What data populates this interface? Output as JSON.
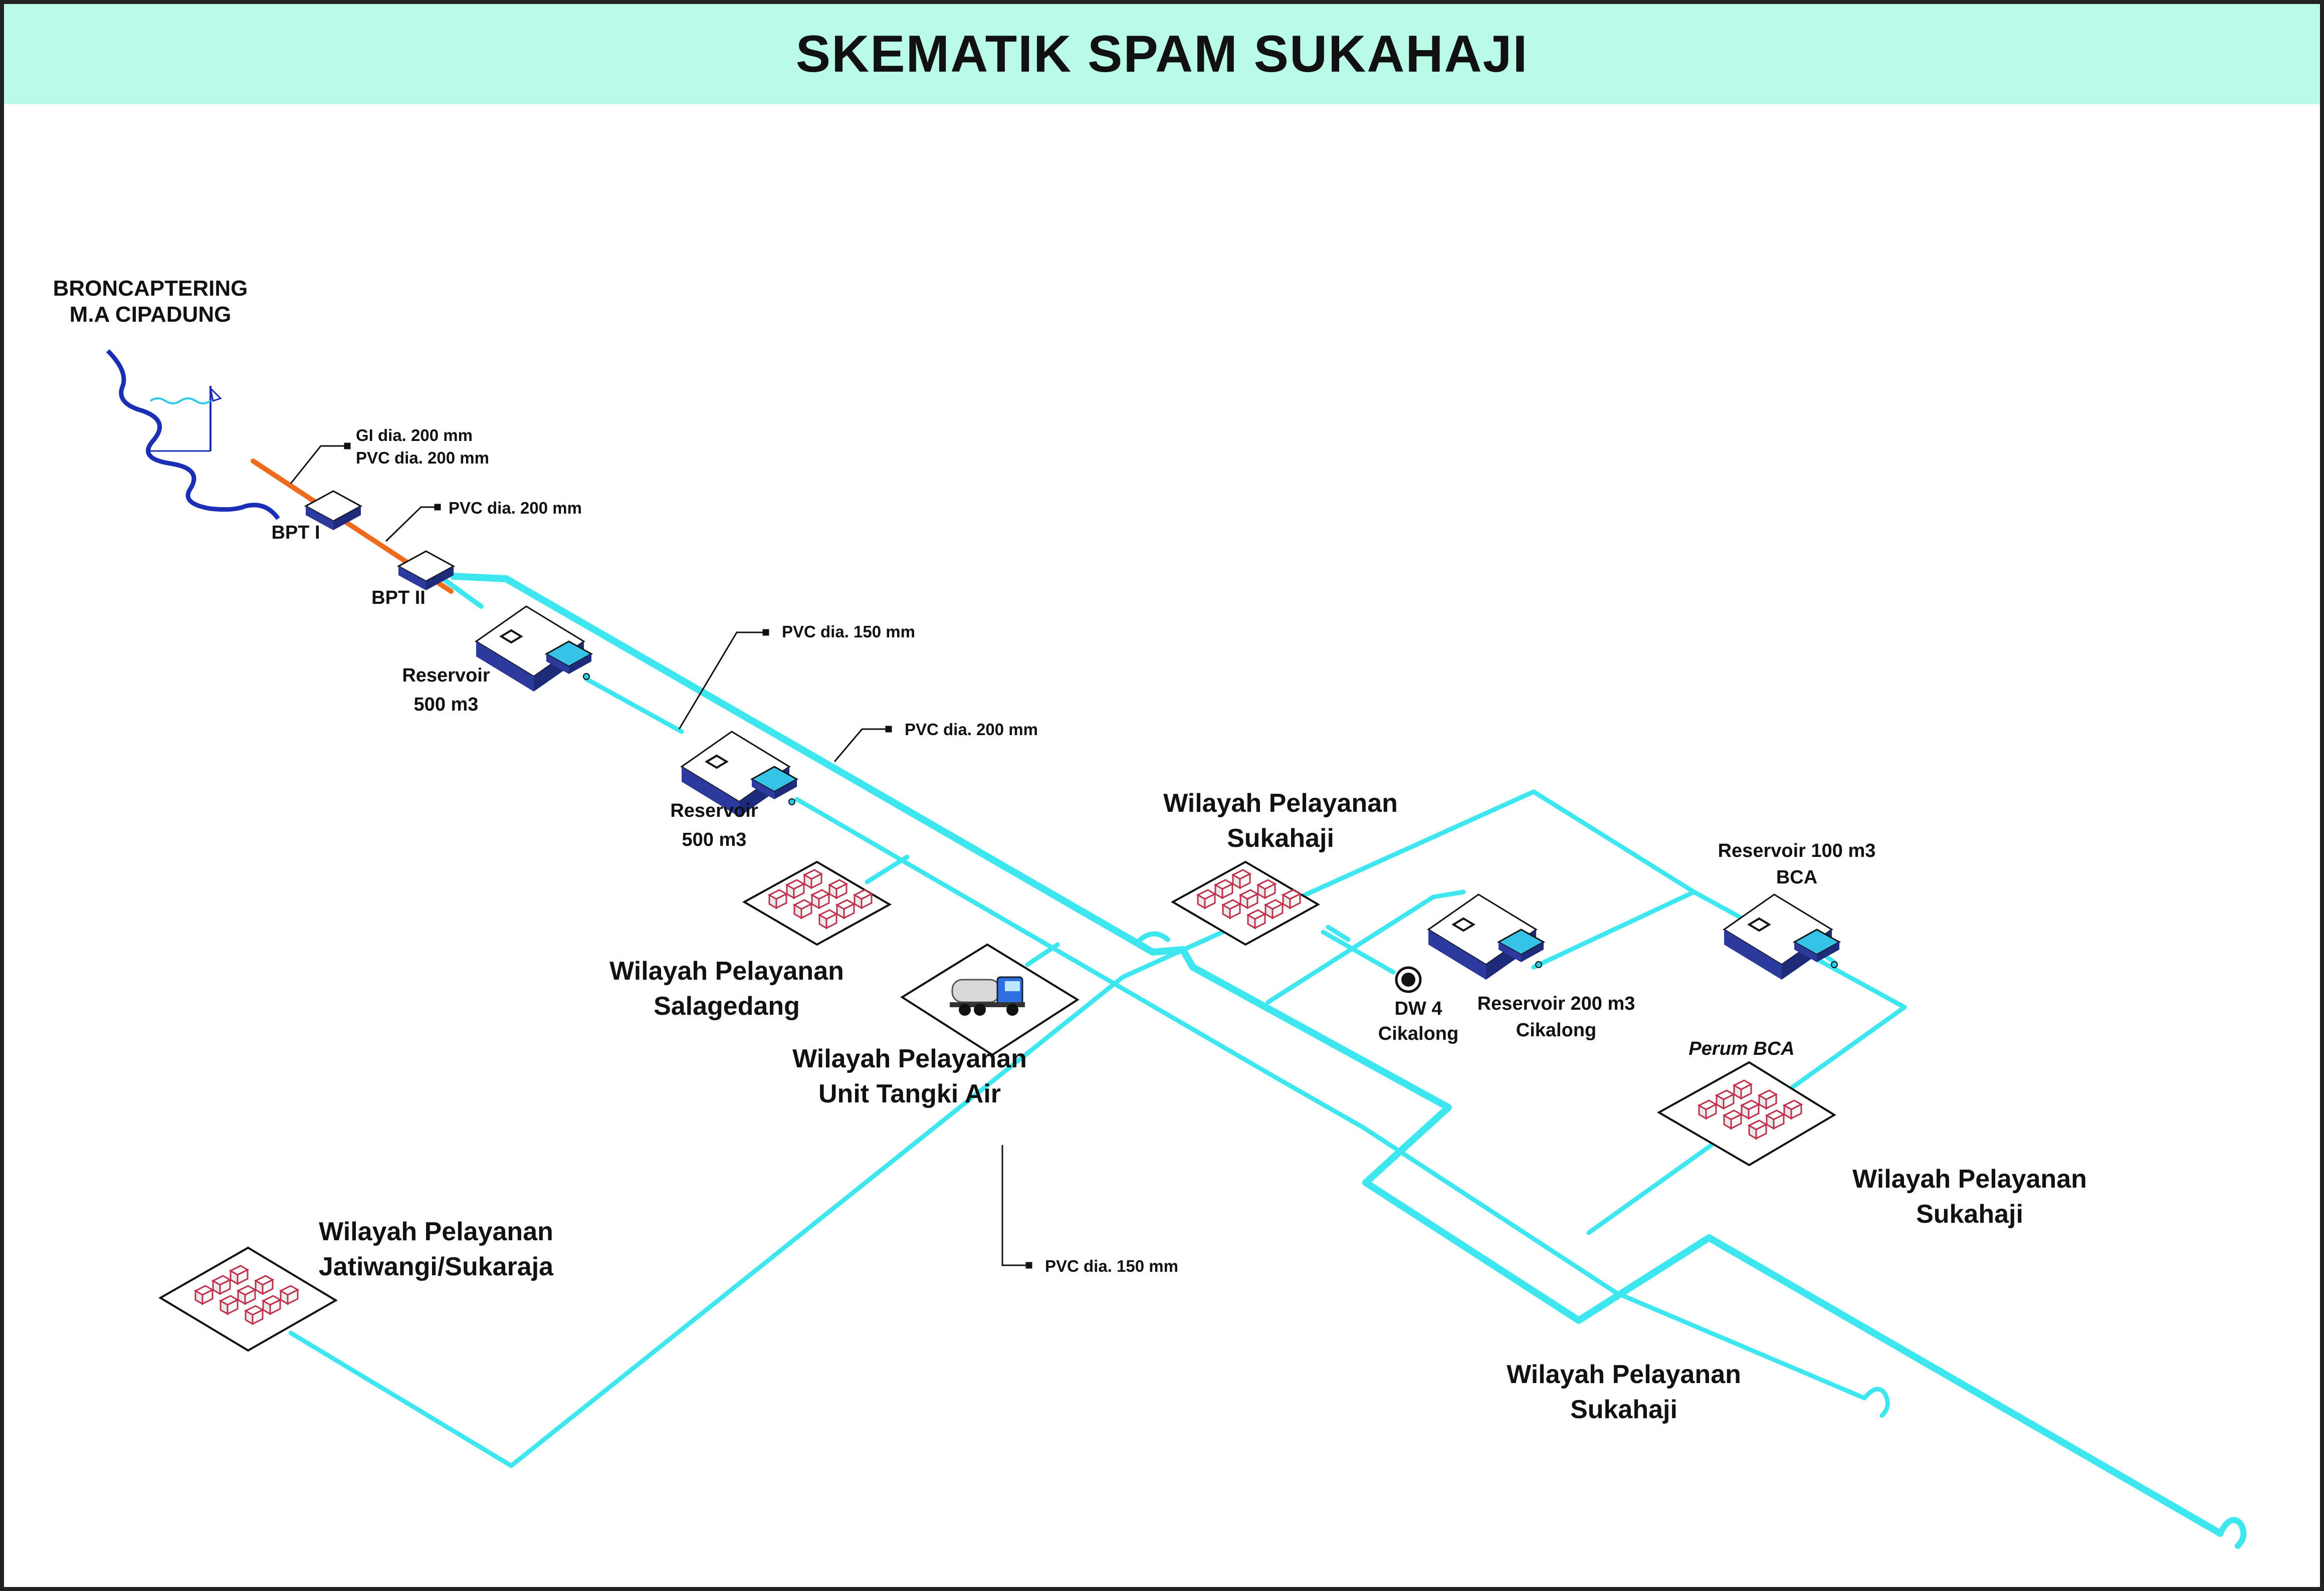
{
  "title": "SKEMATIK SPAM SUKAHAJI",
  "source": {
    "line1": "BRONCAPTERING",
    "line2": "M.A CIPADUNG"
  },
  "facilities": {
    "bpt1": "BPT I",
    "bpt2": "BPT II",
    "res1": {
      "line1": "Reservoir",
      "line2": "500 m3"
    },
    "res2": {
      "line1": "Reservoir",
      "line2": "500 m3"
    },
    "res_cikalong": {
      "line1": "Reservoir 200 m3",
      "line2": "Cikalong"
    },
    "res_bca": {
      "line1": "Reservoir 100 m3",
      "line2": "BCA"
    },
    "dw4": {
      "line1": "DW 4",
      "line2": "Cikalong"
    }
  },
  "pipes": {
    "gi200": "GI dia. 200 mm",
    "pvc200_a": "PVC dia. 200 mm",
    "pvc200_b": "PVC dia. 200 mm",
    "pvc150_a": "PVC dia. 150 mm",
    "pvc200_c": "PVC dia. 200 mm",
    "pvc150_b": "PVC dia. 150 mm"
  },
  "regions": {
    "salagedang": {
      "line1": "Wilayah Pelayanan",
      "line2": "Salagedang"
    },
    "tangki": {
      "line1": "Wilayah Pelayanan",
      "line2": "Unit Tangki Air"
    },
    "sukahaji_top": {
      "line1": "Wilayah Pelayanan",
      "line2": "Sukahaji"
    },
    "jatiwangi": {
      "line1": "Wilayah Pelayanan",
      "line2": "Jatiwangi/Sukaraja"
    },
    "sukahaji_right": {
      "line1": "Wilayah Pelayanan",
      "line2": "Sukahaji"
    },
    "sukahaji_bottom": {
      "line1": "Wilayah Pelayanan",
      "line2": "Sukahaji"
    },
    "perum_bca": "Perum BCA"
  },
  "colors": {
    "pipe_main": "#3ee6ef",
    "pipe_gi": "#f06a1e",
    "river": "#1a2fb5",
    "tank_side": "#2b3a9c",
    "tank_valve": "#36c3e8",
    "title_bg": "#b9fbe8"
  },
  "icons": [
    "river-icon",
    "bpt-tank-icon",
    "reservoir-icon",
    "housing-cluster-icon",
    "water-truck-icon",
    "deep-well-icon"
  ]
}
